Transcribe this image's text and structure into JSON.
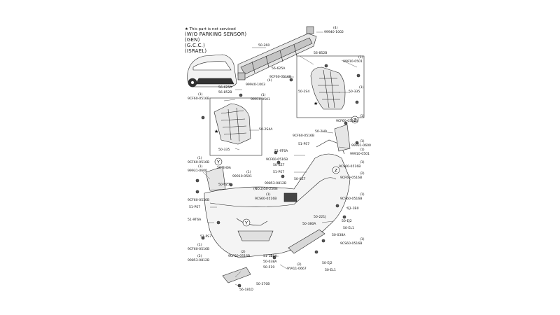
{
  "header": {
    "note": "★ This part is not serviced",
    "cond1": "(W/O PARKING SENSOR)",
    "cond2": "(GEN)",
    "cond3": "(G.C.C.)",
    "cond4": "(ISRAEL)"
  },
  "callouts": {
    "c01": "(4)",
    "c02": "99940-1002",
    "c03": "50-260",
    "c04": "56-852B",
    "c05": "(1)",
    "c06": "99910-0501",
    "c07": "56-625A",
    "c08": "9CF60-0516B",
    "c09": "50-2S4",
    "c10": "(1)",
    "c11": "50-335",
    "c12": "(4)",
    "c13": "99940-1003",
    "c14": "56-625A",
    "c15": "56-852B",
    "c16": "(1)",
    "c17": "9CF60-0516B",
    "c18": "(1)",
    "c19": "99910-0501",
    "c20": "50-2S4A",
    "c21": "50-335",
    "c22": "(1)",
    "c23": "9CF60-0516B",
    "c24": "50-2H0",
    "c25": "9CF60-0516B",
    "c26": "(1)",
    "c27": "99931-0600",
    "c28": "51-PS7",
    "c29": "(1)",
    "c30": "99910-0501",
    "c31": "51-9T6A",
    "c32": "9CF60-0516B",
    "c33": "50-0Z7",
    "c34": "(1)",
    "c35": "9CS60-0516B",
    "c36": "(1)",
    "c37": "9CF60-0516B",
    "c38": "(2)",
    "c39": "9CF60-0516B",
    "c40": "(1)",
    "c41": "99931-0600",
    "c42": "50-2H0A",
    "c43": "(1)",
    "c44": "99910-0501",
    "c45": "51-PS7",
    "c46": "50-0Z7",
    "c47": "99853-0812B",
    "c48": "(NO.2)50-250N",
    "c49": "(1)",
    "c50": "9CS60-0516B",
    "c51": "50-0Z7",
    "c52": "9CF60-0516B",
    "c53": "51-PS7",
    "c54": "(1)",
    "c55": "9CS60-0516B",
    "c56": "51-1B0",
    "c57": "50-221J",
    "c58": "50-EJ2",
    "c59": "51-9T6A",
    "c60": "50-380A",
    "c61": "50-EL1",
    "c62": "51-PS7",
    "c63": "50-038A",
    "c64": "(1)",
    "c65": "9CS60-0516B",
    "c66": "(1)",
    "c67": "9CF60-0516B",
    "c68": "(2)",
    "c69": "9CF60-0516B",
    "c70": "51-1B0A",
    "c71": "50-038A",
    "c72": "(2)",
    "c73": "99853-0812B",
    "c74": "(2)",
    "c75": "9YA11-0667",
    "c76": "50-519",
    "c77": "50-EJ2",
    "c78": "50-EL1",
    "c79": "50-370B",
    "c80": "56-181D"
  },
  "markers": {
    "z": "Z",
    "y": "Y",
    "star": "★"
  },
  "colors": {
    "line": "#222222",
    "fill_light": "#e6e6e6",
    "fill_mid": "#c4c4c4",
    "fill_dark": "#555555"
  }
}
